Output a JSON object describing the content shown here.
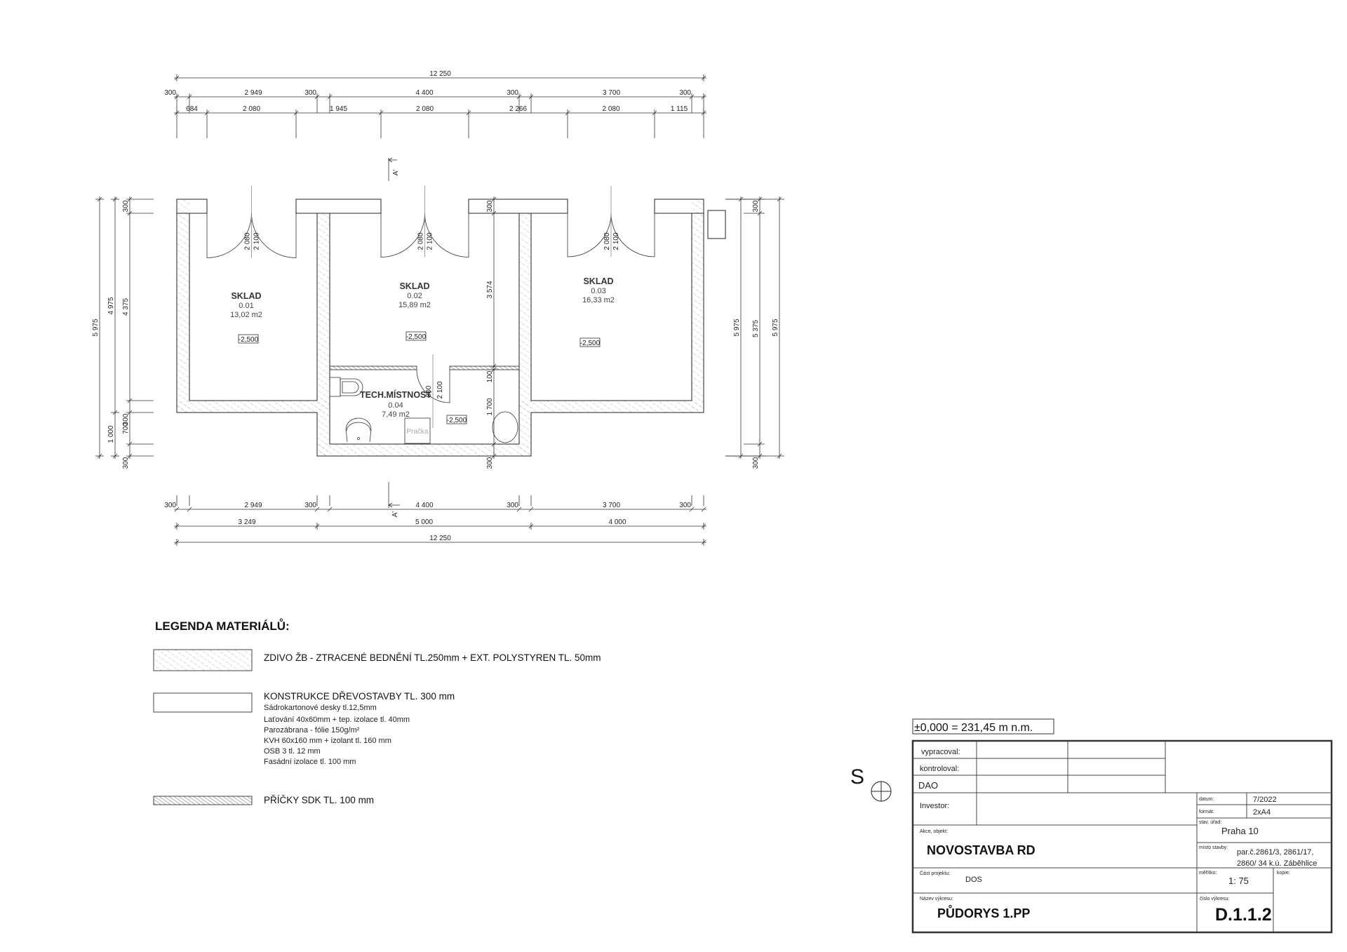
{
  "dimensions": {
    "top_total": "12 250",
    "top_walls": [
      "300",
      "2 949",
      "300",
      "4 400",
      "300",
      "3 700",
      "300"
    ],
    "top_openings": [
      "684",
      "2 080",
      "1 945",
      "2 080",
      "2 266",
      "2 080",
      "1 115"
    ],
    "bottom_walls": [
      "300",
      "2 949",
      "300",
      "4 400",
      "300",
      "3 700",
      "300"
    ],
    "bottom_rooms": [
      "3 249",
      "5 000",
      "4 000"
    ],
    "bottom_total": "12 250",
    "left_outer": [
      "5 975"
    ],
    "left_middle": [
      "4 975",
      "1 000"
    ],
    "left_inner": [
      "300",
      "4 375",
      "300",
      "700",
      "300"
    ],
    "center": [
      "300",
      "3 574",
      "100",
      "1 700",
      "300"
    ],
    "right_outer_a": [
      "5 975"
    ],
    "right_middle": [
      "300",
      "5 375",
      "300"
    ],
    "right_outer_b": [
      "5 975"
    ]
  },
  "doors": [
    {
      "width": "2 080",
      "height": "2 100"
    },
    {
      "width": "2 080",
      "height": "2 100"
    },
    {
      "width": "2 080",
      "height": "2 100"
    },
    {
      "width": "800",
      "height": "2 100"
    }
  ],
  "rooms": [
    {
      "name": "SKLAD",
      "number": "0.01",
      "area": "13,02 m2",
      "level": "-2,500"
    },
    {
      "name": "SKLAD",
      "number": "0.02",
      "area": "15,89 m2",
      "level": "-2,500"
    },
    {
      "name": "SKLAD",
      "number": "0.03",
      "area": "16,33 m2",
      "level": "-2,500"
    },
    {
      "name": "TECH.MÍSTNOST",
      "number": "0.04",
      "area": "7,49 m2",
      "level": "-2,500"
    }
  ],
  "fixtures": {
    "washing_machine": "Pračka"
  },
  "section_marks": {
    "top": "A'",
    "bottom": "A'"
  },
  "legend": {
    "title": "LEGENDA MATERIÁLŮ:",
    "items": [
      {
        "label": "ZDIVO ŽB - ZTRACENÉ BEDNĚNÍ TL.250mm + EXT. POLYSTYREN TL. 50mm"
      },
      {
        "label": "KONSTRUKCE DŘEVOSTAVBY TL. 300 mm",
        "details": [
          "Sádrokartonové  desky tl.12,5mm",
          "Laťování 40x60mm + tep. izolace tl. 40mm",
          "Parozábrana - fólie 150g/m²",
          "KVH 60x160 mm + izolant tl. 160 mm",
          "OSB 3 tl. 12 mm",
          "Fasádní izolace tl. 100 mm"
        ]
      },
      {
        "label": "PŘÍČKY SDK TL. 100 mm"
      }
    ]
  },
  "elevation_reference": "±0,000 = 231,45 m n.m.",
  "north_label": "S",
  "title_block": {
    "vypracoval_label": "vypracoval:",
    "kontroloval_label": "kontroloval:",
    "dao_label": "DAO",
    "investor_label": "Investor:",
    "akce_label": "Akce, objekt:",
    "akce_value": "NOVOSTAVBA RD",
    "cast_label": "Část projektu:",
    "cast_value": "DOS",
    "nazev_label": "Název výkresu:",
    "nazev_value": "PŮDORYS 1.PP",
    "datum_label": "datum:",
    "datum_value": "7/2022",
    "format_label": "formát:",
    "format_value": "2xA4",
    "urad_label": "stav. úřad:",
    "urad_value": "Praha 10",
    "misto_label": "místo stavby:",
    "misto_value_1": "par.č.2861/3, 2861/17,",
    "misto_value_2": "2860/ 34 k.ú. Záběhlice",
    "meritko_label": "měřítko:",
    "meritko_value": "1: 75",
    "kopie_label": "kopie:",
    "cislo_label": "číslo výkresu:",
    "cislo_value": "D.1.1.2"
  }
}
